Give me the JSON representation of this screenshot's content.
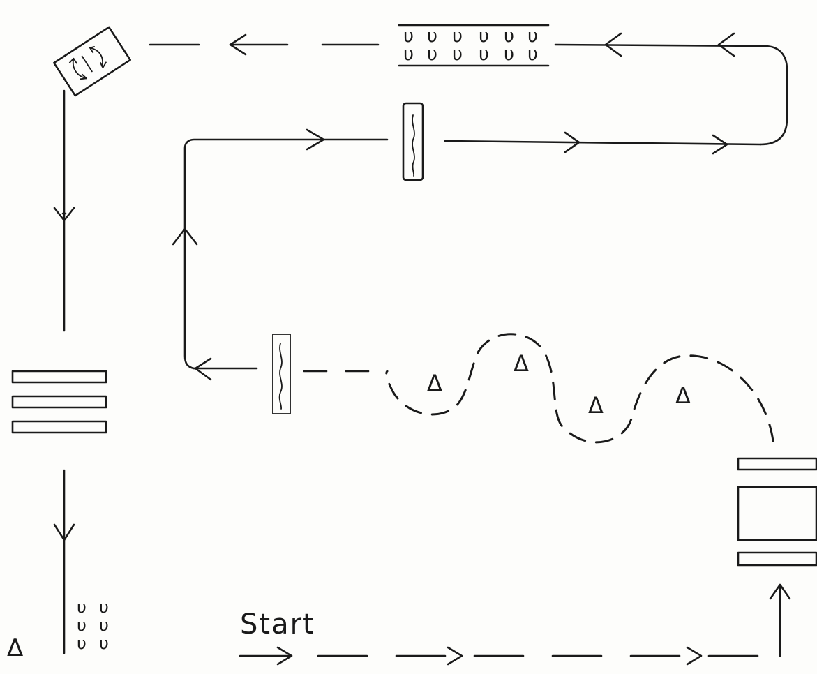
{
  "labels": {
    "start": "Start"
  },
  "symbols": {
    "delta": "Δ",
    "cup": "υ"
  },
  "colors": {
    "ink": "#1a1a1a",
    "paper": "#fdfdfb"
  }
}
